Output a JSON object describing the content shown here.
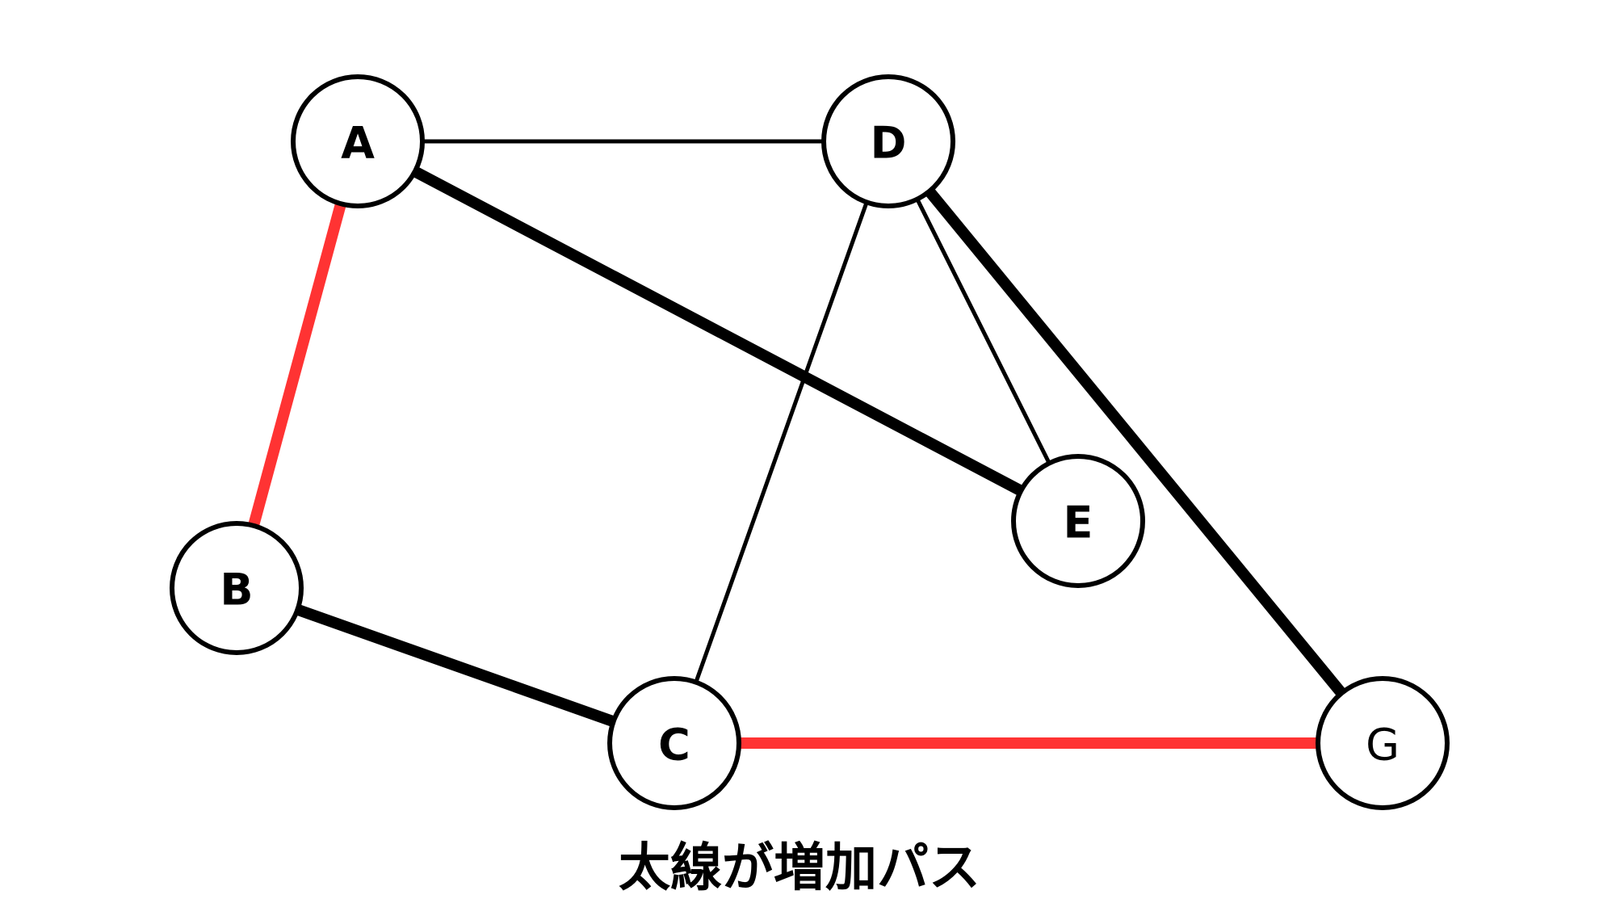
{
  "graph": {
    "nodes": [
      {
        "id": "A",
        "label": "A"
      },
      {
        "id": "B",
        "label": "B"
      },
      {
        "id": "C",
        "label": "C"
      },
      {
        "id": "D",
        "label": "D"
      },
      {
        "id": "E",
        "label": "E"
      },
      {
        "id": "G",
        "label": "G"
      }
    ],
    "edges": [
      {
        "from": "A",
        "to": "D",
        "style": "thin"
      },
      {
        "from": "A",
        "to": "E",
        "style": "thick"
      },
      {
        "from": "A",
        "to": "B",
        "style": "highlight"
      },
      {
        "from": "B",
        "to": "C",
        "style": "thick"
      },
      {
        "from": "D",
        "to": "C",
        "style": "thin"
      },
      {
        "from": "D",
        "to": "E",
        "style": "thin"
      },
      {
        "from": "D",
        "to": "G",
        "style": "thick"
      },
      {
        "from": "C",
        "to": "G",
        "style": "highlight"
      }
    ]
  },
  "colors": {
    "highlight": "#ff3333",
    "edge": "#000000",
    "node_stroke": "#000000",
    "node_fill": "#ffffff"
  },
  "caption": "太線が増加パス"
}
